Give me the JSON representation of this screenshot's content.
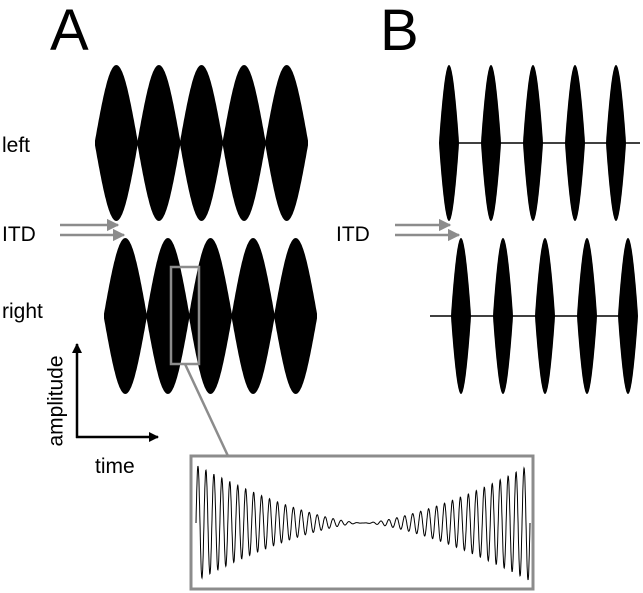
{
  "panels": {
    "a_label": "A",
    "b_label": "B"
  },
  "labels": {
    "left": "left",
    "itd_a": "ITD",
    "itd_b": "ITD",
    "right": "right",
    "amplitude": "amplitude",
    "time": "time"
  },
  "colors": {
    "waveform": "#000000",
    "itd_arrow": "#8c8c8c",
    "zoom_box": "#8c8c8c",
    "axis": "#000000"
  }
}
